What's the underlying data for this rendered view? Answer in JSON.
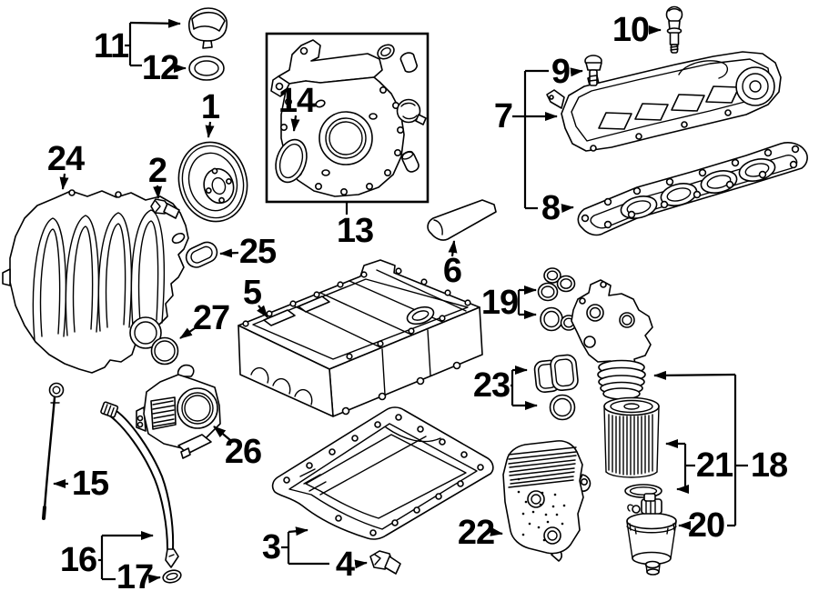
{
  "diagram": {
    "type": "exploded-parts-diagram",
    "subject": "engine-parts",
    "background_color": "#ffffff",
    "line_color": "#000000",
    "callouts": [
      {
        "number": "1",
        "part": "crankshaft-pulley"
      },
      {
        "number": "2",
        "part": "pulley-bolt"
      },
      {
        "number": "3",
        "part": "oil-pan-lower"
      },
      {
        "number": "4",
        "part": "oil-drain-plug"
      },
      {
        "number": "5",
        "part": "oil-pan-upper"
      },
      {
        "number": "6",
        "part": "sealing-wedge"
      },
      {
        "number": "7",
        "part": "valve-cover"
      },
      {
        "number": "8",
        "part": "valve-cover-gasket"
      },
      {
        "number": "9",
        "part": "valve-cover-bolt"
      },
      {
        "number": "10",
        "part": "mounting-stud"
      },
      {
        "number": "11",
        "part": "oil-filler-cap"
      },
      {
        "number": "12",
        "part": "filler-cap-seal"
      },
      {
        "number": "13",
        "part": "timing-cover"
      },
      {
        "number": "14",
        "part": "crankshaft-seal"
      },
      {
        "number": "15",
        "part": "oil-dipstick"
      },
      {
        "number": "16",
        "part": "dipstick-tube"
      },
      {
        "number": "17",
        "part": "dipstick-tube-seal"
      },
      {
        "number": "18",
        "part": "oil-filter-housing"
      },
      {
        "number": "19",
        "part": "seal-set"
      },
      {
        "number": "20",
        "part": "oil-filter-cap"
      },
      {
        "number": "21",
        "part": "oil-filter-element"
      },
      {
        "number": "22",
        "part": "oil-cooler"
      },
      {
        "number": "23",
        "part": "gasket-set"
      },
      {
        "number": "24",
        "part": "intake-manifold"
      },
      {
        "number": "25",
        "part": "manifold-seal"
      },
      {
        "number": "26",
        "part": "throttle-body"
      },
      {
        "number": "27",
        "part": "manifold-o-ring"
      }
    ]
  }
}
